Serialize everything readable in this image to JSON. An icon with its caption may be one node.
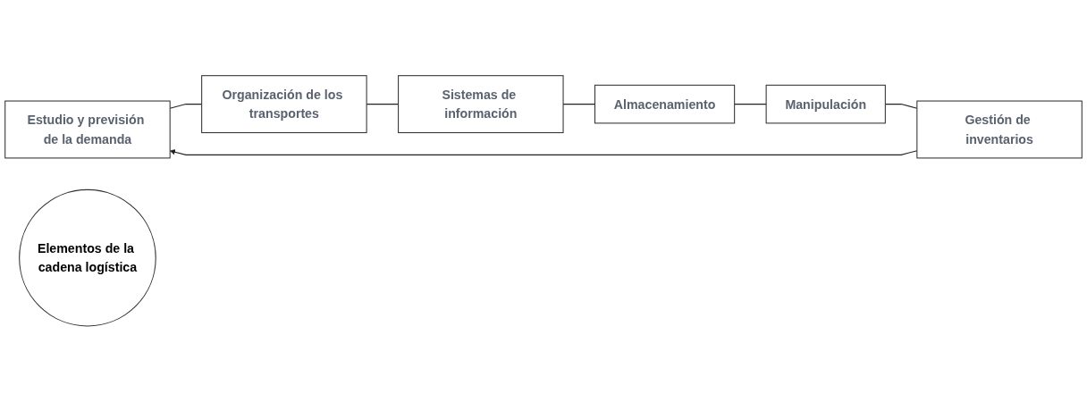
{
  "diagram": {
    "nodes": [
      {
        "text": [
          "Estudio y previsión de la demanda"
        ]
      },
      {
        "text": [
          "Gestión de inventarios"
        ]
      },
      {
        "text": [
          "Organización de los transportes"
        ]
      },
      {
        "text": [
          "Elementos de la cadena logística"
        ]
      },
      {
        "text": [
          "Manipulación"
        ]
      },
      {
        "text": [
          "Sistemas de información"
        ]
      },
      {
        "text": [
          "Almacenamiento"
        ]
      }
    ],
    "edges": [
      {
        "from": 1,
        "to": 0,
        "arrow": "to"
      },
      {
        "from": 0,
        "to": 2,
        "arrow": "none"
      },
      {
        "from": 2,
        "to": 5,
        "arrow": "none"
      },
      {
        "from": 5,
        "to": 6,
        "arrow": "none"
      },
      {
        "from": 6,
        "to": 4,
        "arrow": "none"
      },
      {
        "from": 4,
        "to": 1,
        "arrow": "none"
      }
    ]
  }
}
